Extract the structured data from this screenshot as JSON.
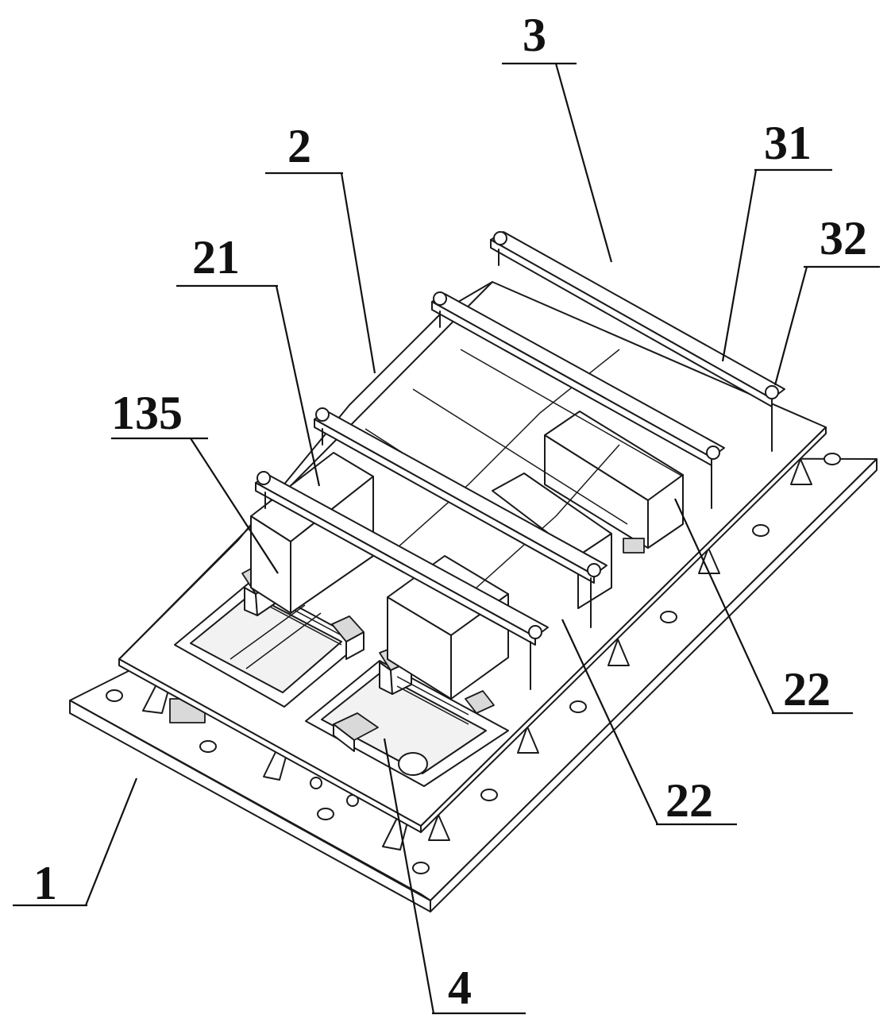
{
  "labels": {
    "base_plate": "1",
    "mould_frame": "2",
    "side_mould": "21",
    "mould_block_a": "22",
    "mould_block_b": "22",
    "clamp_assembly": "3",
    "clamp_bar": "31",
    "clamp_bolt": "32",
    "lock_part": "135",
    "drive_unit": "4"
  }
}
